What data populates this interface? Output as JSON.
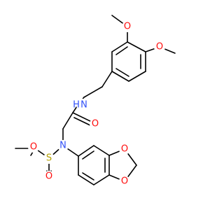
{
  "molecule": {
    "atoms": [
      {
        "id": "O_m1",
        "label": "O",
        "color": "#ff0d0d"
      },
      {
        "id": "O_m2",
        "label": "O",
        "color": "#ff0d0d"
      },
      {
        "id": "N_amide",
        "label": "N",
        "color": "#3050f8"
      },
      {
        "id": "H_amide",
        "label": "H",
        "color": "#3050f8"
      },
      {
        "id": "O_carbonyl",
        "label": "O",
        "color": "#ff0d0d"
      },
      {
        "id": "N_sulfonamide",
        "label": "N",
        "color": "#3050f8"
      },
      {
        "id": "S",
        "label": "S",
        "color": "#b3a100"
      },
      {
        "id": "O_s1",
        "label": "O",
        "color": "#ff0d0d"
      },
      {
        "id": "O_s2",
        "label": "O",
        "color": "#ff0d0d"
      },
      {
        "id": "O_d1",
        "label": "O",
        "color": "#ff0d0d"
      },
      {
        "id": "O_d2",
        "label": "O",
        "color": "#ff0d0d"
      }
    ]
  }
}
